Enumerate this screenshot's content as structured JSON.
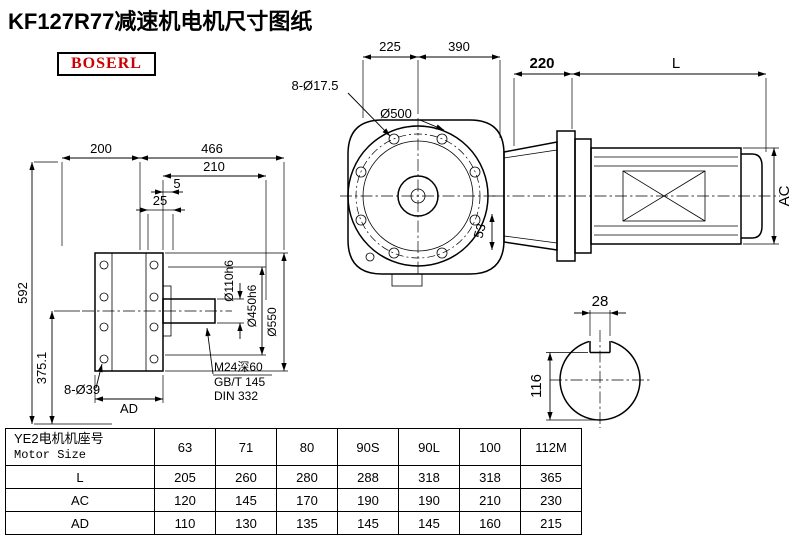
{
  "title": "KF127R77减速机电机尺寸图纸",
  "logo": "BOSERL",
  "colors": {
    "logo_red": "#cc0000",
    "line_black": "#000000"
  },
  "dims": {
    "top_225": "225",
    "top_390": "390",
    "adapter_220": "220",
    "motor_length_L": "L",
    "front_bolt_holes": "8-Ø17.5",
    "front_flange_dia": "Ø500",
    "side_200": "200",
    "side_466": "466",
    "side_210": "210",
    "side_5": "5",
    "side_25": "25",
    "height_592": "592",
    "center_height_375": "375.1",
    "flange_bolt_holes": "8-Ø39",
    "flange_AD": "AD",
    "shaft_dia": "Ø110h6",
    "spigot_dia": "Ø450h6",
    "flange_od": "Ø550",
    "dim_53": "53",
    "tap_note_1": "M24深60",
    "tap_note_2": "GB/T 145",
    "tap_note_3": "DIN 332",
    "key_width_28": "28",
    "key_height_116": "116",
    "motor_dia_AC": "AC"
  },
  "table": {
    "header_cn": "YE2电机机座号",
    "header_en": "Motor Size",
    "columns": [
      "63",
      "71",
      "80",
      "90S",
      "90L",
      "100",
      "112M"
    ],
    "rows": [
      {
        "label": "L",
        "values": [
          "205",
          "260",
          "280",
          "288",
          "318",
          "318",
          "365"
        ]
      },
      {
        "label": "AC",
        "values": [
          "120",
          "145",
          "170",
          "190",
          "190",
          "210",
          "230"
        ]
      },
      {
        "label": "AD",
        "values": [
          "110",
          "130",
          "135",
          "145",
          "145",
          "160",
          "215"
        ]
      }
    ]
  }
}
